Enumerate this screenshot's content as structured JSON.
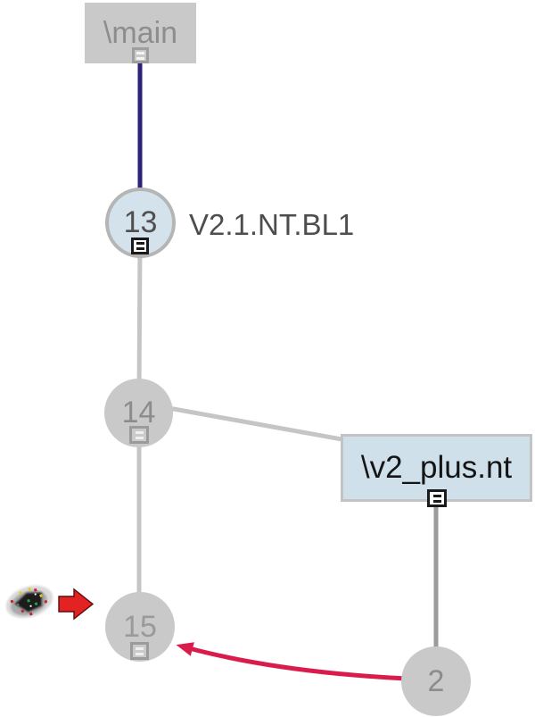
{
  "diagram": {
    "trunk": {
      "label": "\\main"
    },
    "branch": {
      "label": "\\v2_plus.nt"
    },
    "revisions": {
      "r13": {
        "number": "13",
        "tag_label": "V2.1.NT.BL1"
      },
      "r14": {
        "number": "14"
      },
      "r15": {
        "number": "15"
      },
      "r2": {
        "number": "2"
      }
    },
    "icons": [
      "revision-marker-icon",
      "current-revision-arrow-icon",
      "merge-arrow-icon",
      "noise-artifact-icon"
    ]
  },
  "colors": {
    "main-box-bg": "#c9c9c9",
    "main-box-text": "#8d8d8d",
    "branch-box-bg": "#cfe0ea",
    "branch-box-border": "#c3c3c3",
    "branch-box-text": "#141414",
    "node-blue-bg": "#d3e2eb",
    "node-gray-bg": "#c9c9c9",
    "node-border": "#b5b5b5",
    "number-dark": "#4f4f4f",
    "number-gray": "#8c8c8c",
    "label-text": "#4d4d4d",
    "trunk-line": "#2b2277",
    "gray-line": "#c5c5c5",
    "dark-gray-line": "#9a9a9a",
    "link-arrow": "#da1c4c",
    "pointer-arrow": "#e32222"
  }
}
